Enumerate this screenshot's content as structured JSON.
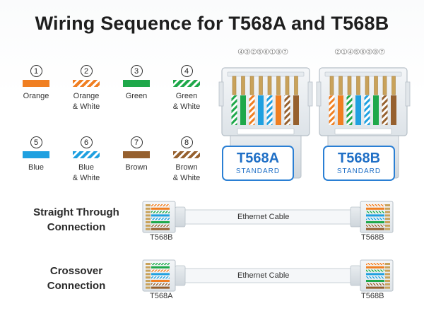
{
  "title": "Wiring Sequence for T568A and T568B",
  "wires": [
    {
      "num": "1",
      "label": "Orange",
      "label2": "",
      "color": "#f07f22",
      "striped": false
    },
    {
      "num": "2",
      "label": "Orange",
      "label2": "& White",
      "color": "#f07f22",
      "striped": true
    },
    {
      "num": "3",
      "label": "Green",
      "label2": "",
      "color": "#1ea84a",
      "striped": false
    },
    {
      "num": "4",
      "label": "Green",
      "label2": "& White",
      "color": "#1ea84a",
      "striped": true
    },
    {
      "num": "5",
      "label": "Blue",
      "label2": "",
      "color": "#1fa0e0",
      "striped": false
    },
    {
      "num": "6",
      "label": "Blue",
      "label2": "& White",
      "color": "#1fa0e0",
      "striped": true
    },
    {
      "num": "7",
      "label": "Brown",
      "label2": "",
      "color": "#96602e",
      "striped": false
    },
    {
      "num": "8",
      "label": "Brown",
      "label2": "& White",
      "color": "#96602e",
      "striped": true
    }
  ],
  "t568a": {
    "name": "T568A",
    "sub": "STANDARD",
    "order": [
      "4",
      "3",
      "2",
      "5",
      "6",
      "1",
      "8",
      "7"
    ],
    "pins": [
      {
        "c": "#1ea84a",
        "s": true
      },
      {
        "c": "#1ea84a",
        "s": false
      },
      {
        "c": "#f07f22",
        "s": true
      },
      {
        "c": "#1fa0e0",
        "s": false
      },
      {
        "c": "#1fa0e0",
        "s": true
      },
      {
        "c": "#f07f22",
        "s": false
      },
      {
        "c": "#96602e",
        "s": true
      },
      {
        "c": "#96602e",
        "s": false
      }
    ]
  },
  "t568b": {
    "name": "T568B",
    "sub": "STANDARD",
    "order": [
      "2",
      "1",
      "4",
      "5",
      "6",
      "3",
      "8",
      "7"
    ],
    "pins": [
      {
        "c": "#f07f22",
        "s": true
      },
      {
        "c": "#f07f22",
        "s": false
      },
      {
        "c": "#1ea84a",
        "s": true
      },
      {
        "c": "#1fa0e0",
        "s": false
      },
      {
        "c": "#1fa0e0",
        "s": true
      },
      {
        "c": "#1ea84a",
        "s": false
      },
      {
        "c": "#96602e",
        "s": true
      },
      {
        "c": "#96602e",
        "s": false
      }
    ]
  },
  "straight": {
    "line1": "Straight Through",
    "line2": "Connection",
    "cable": "Ethernet Cable",
    "left": "T568B",
    "right": "T568B"
  },
  "crossover": {
    "line1": "Crossover",
    "line2": "Connection",
    "cable": "Ethernet Cable",
    "left": "T568A",
    "right": "T568B"
  },
  "colors": {
    "accent": "#2a7fd4",
    "white": "#ffffff"
  }
}
